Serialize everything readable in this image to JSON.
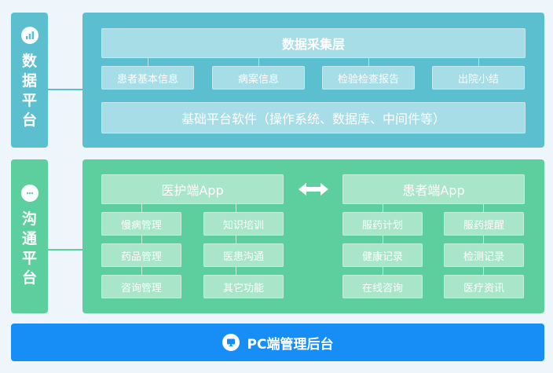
{
  "colors": {
    "data_panel": "#5bbfcf",
    "comm_panel": "#5dcf9f",
    "bottom_bar": "#178ef6"
  },
  "data_layer": {
    "side_label": "数据平台",
    "side_icon": "bar-chart-icon",
    "title": "数据采集层",
    "items": [
      "患者基本信息",
      "病案信息",
      "检验检查报告",
      "出院小结"
    ],
    "base": "基础平台软件（操作系统、数据库、中间件等）"
  },
  "comm_layer": {
    "side_label": "沟通平台",
    "side_icon": "chat-bubble-icon",
    "doctor_app": {
      "title": "医护端App",
      "items": [
        "慢病管理",
        "知识培训",
        "药品管理",
        "医患沟通",
        "咨询管理",
        "其它功能"
      ]
    },
    "patient_app": {
      "title": "患者端App",
      "items": [
        "服药计划",
        "服药提醒",
        "健康记录",
        "检测记录",
        "在线咨询",
        "医疗资讯"
      ]
    },
    "connector_icon": "double-arrow-icon"
  },
  "bottom": {
    "label": "PC端管理后台",
    "icon": "monitor-icon"
  }
}
